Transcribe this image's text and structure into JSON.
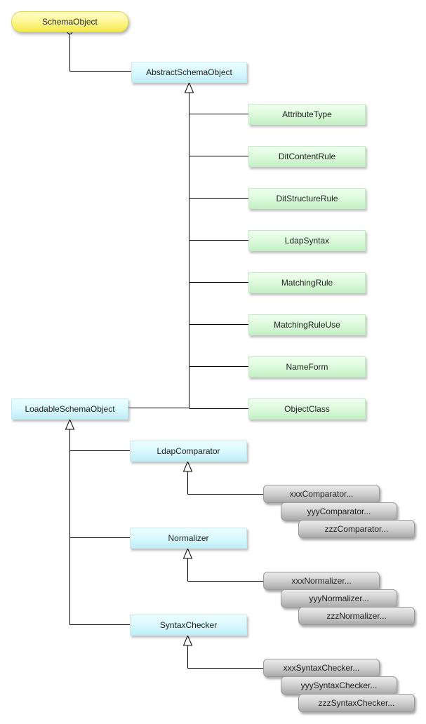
{
  "diagram": {
    "interface": {
      "label": "SchemaObject"
    },
    "abstract_schema_object": {
      "label": "AbstractSchemaObject"
    },
    "schema_objects": [
      {
        "label": "AttributeType"
      },
      {
        "label": "DitContentRule"
      },
      {
        "label": "DitStructureRule"
      },
      {
        "label": "LdapSyntax"
      },
      {
        "label": "MatchingRule"
      },
      {
        "label": "MatchingRuleUse"
      },
      {
        "label": "NameForm"
      },
      {
        "label": "ObjectClass"
      }
    ],
    "loadable_schema_object": {
      "label": "LoadableSchemaObject"
    },
    "loadable_groups": [
      {
        "label": "LdapComparator",
        "implementations": [
          "xxxComparator...",
          "yyyComparator...",
          "zzzComparator..."
        ]
      },
      {
        "label": "Normalizer",
        "implementations": [
          "xxxNormalizer...",
          "yyyNormalizer...",
          "zzzNormalizer..."
        ]
      },
      {
        "label": "SyntaxChecker",
        "implementations": [
          "xxxSyntaxChecker...",
          "yyySyntaxChecker...",
          "zzzSyntaxChecker..."
        ]
      }
    ]
  }
}
